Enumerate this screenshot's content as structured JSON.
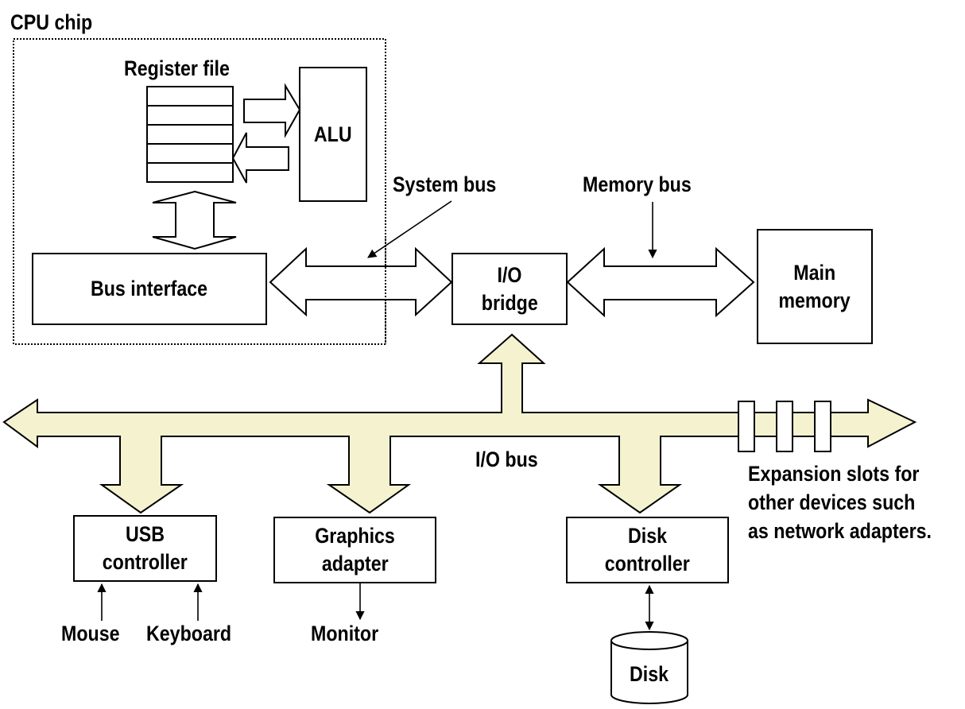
{
  "title": "CPU chip",
  "colors": {
    "stroke": "#000000",
    "io_bus_fill": "#f5f2d0",
    "box_fill": "#ffffff",
    "background": "#ffffff"
  },
  "cpu_chip": {
    "label": "CPU chip",
    "register_file": {
      "label": "Register file",
      "rows": 5
    },
    "alu": {
      "label": "ALU"
    },
    "bus_interface": {
      "label": "Bus interface"
    }
  },
  "buses": {
    "system_bus": {
      "label": "System bus"
    },
    "memory_bus": {
      "label": "Memory bus"
    },
    "io_bus": {
      "label": "I/O bus"
    }
  },
  "io_bridge": {
    "line1": "I/O",
    "line2": "bridge"
  },
  "main_memory": {
    "line1": "Main",
    "line2": "memory"
  },
  "devices": {
    "usb_controller": {
      "line1": "USB",
      "line2": "controller"
    },
    "graphics_adapter": {
      "line1": "Graphics",
      "line2": "adapter"
    },
    "disk_controller": {
      "line1": "Disk",
      "line2": "controller"
    },
    "disk": {
      "label": "Disk"
    }
  },
  "peripherals": {
    "mouse": "Mouse",
    "keyboard": "Keyboard",
    "monitor": "Monitor"
  },
  "expansion_slots": {
    "count": 3,
    "note_line1": "Expansion slots for",
    "note_line2": "other devices such",
    "note_line3": "as network adapters."
  }
}
